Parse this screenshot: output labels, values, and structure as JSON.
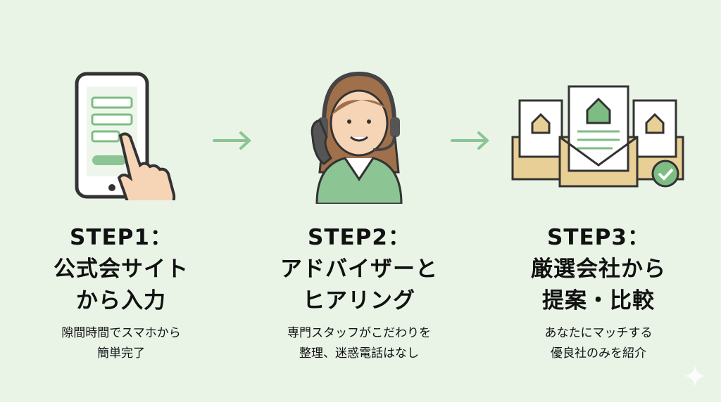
{
  "steps": [
    {
      "label": "STEP1：",
      "title_line1": "公式会サイト",
      "title_line2": "から入力",
      "desc_line1": "隙間時間でスマホから",
      "desc_line2": "簡単完了",
      "icon": "smartphone-tap-icon"
    },
    {
      "label": "STEP2：",
      "title_line1": "アドバイザーと",
      "title_line2": "ヒアリング",
      "desc_line1": "専門スタッフがこだわりを",
      "desc_line2": "整理、迷惑電話はなし",
      "icon": "advisor-headset-icon"
    },
    {
      "label": "STEP3：",
      "title_line1": "厳選会社から",
      "title_line2": "提案・比較",
      "desc_line1": "あなたにマッチする",
      "desc_line2": "優良社のみを紹介",
      "icon": "proposal-envelopes-icon"
    }
  ],
  "colors": {
    "background": "#e9f4e7",
    "accent": "#8cc494",
    "green": "#7dbd84"
  }
}
